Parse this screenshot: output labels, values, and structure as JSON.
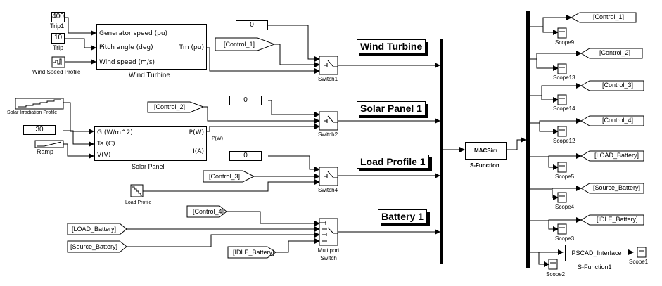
{
  "wind": {
    "trip1_value": "400",
    "trip1_label": "Trip1",
    "trip_value": "10",
    "trip_label": "Trip",
    "wind_profile_label": "Wind Speed Profile",
    "block_label": "Wind Turbine",
    "ports_in": [
      "Generator speed (pu)",
      "Pitch angle (deg)",
      "Wind speed (m/s)"
    ],
    "port_out": "Tm (pu)",
    "const_zero": "0",
    "goto_control": "[Control_1]",
    "switch_label": "Switch1",
    "title": "Wind Turbine"
  },
  "solar": {
    "irradiation_label": "Solar Irradiation Profile",
    "temp_value": "30",
    "ramp_label": "Ramp",
    "block_label": "Solar Panel",
    "ports_in": [
      "G (W/m^2)",
      "Ta (C)",
      "V(V)"
    ],
    "ports_out": [
      "P(W)",
      "I(A)"
    ],
    "signal_label": "P(W)",
    "const_zero": "0",
    "goto_control": "[Control_2]",
    "switch_label": "Switch2",
    "title": "Solar Panel 1"
  },
  "load": {
    "const_zero": "0",
    "goto_control": "[Control_3]",
    "profile_label": "Load Profile",
    "switch_label": "Switch4",
    "title": "Load Profile 1"
  },
  "battery": {
    "goto_control": "[Control_4]",
    "load_battery": "[LOAD_Battery]",
    "source_battery": "[Source_Battery]",
    "idle_battery": "[IDLE_Battery]",
    "switch_label_1": "Multiport",
    "switch_label_2": "Switch",
    "title": "Battery 1"
  },
  "sfunction": {
    "block_text": "MACSim",
    "label": "S-Function"
  },
  "outputs": [
    {
      "tag": "[Control_1]",
      "scope": "Scope9"
    },
    {
      "tag": "[Control_2]",
      "scope": "Scope13"
    },
    {
      "tag": "[Control_3]",
      "scope": "Scope14"
    },
    {
      "tag": "[Control_4]",
      "scope": "Scope12"
    },
    {
      "tag": "[LOAD_Battery]",
      "scope": "Scope5"
    },
    {
      "tag": "[Source_Battery]",
      "scope": "Scope4"
    },
    {
      "tag": "[IDLE_Battery]",
      "scope": "Scope3"
    }
  ],
  "pscad": {
    "block_text": "PSCAD_Interface",
    "label": "S-Function1",
    "scope_out": "Scope1",
    "scope_in": "Scope2"
  }
}
